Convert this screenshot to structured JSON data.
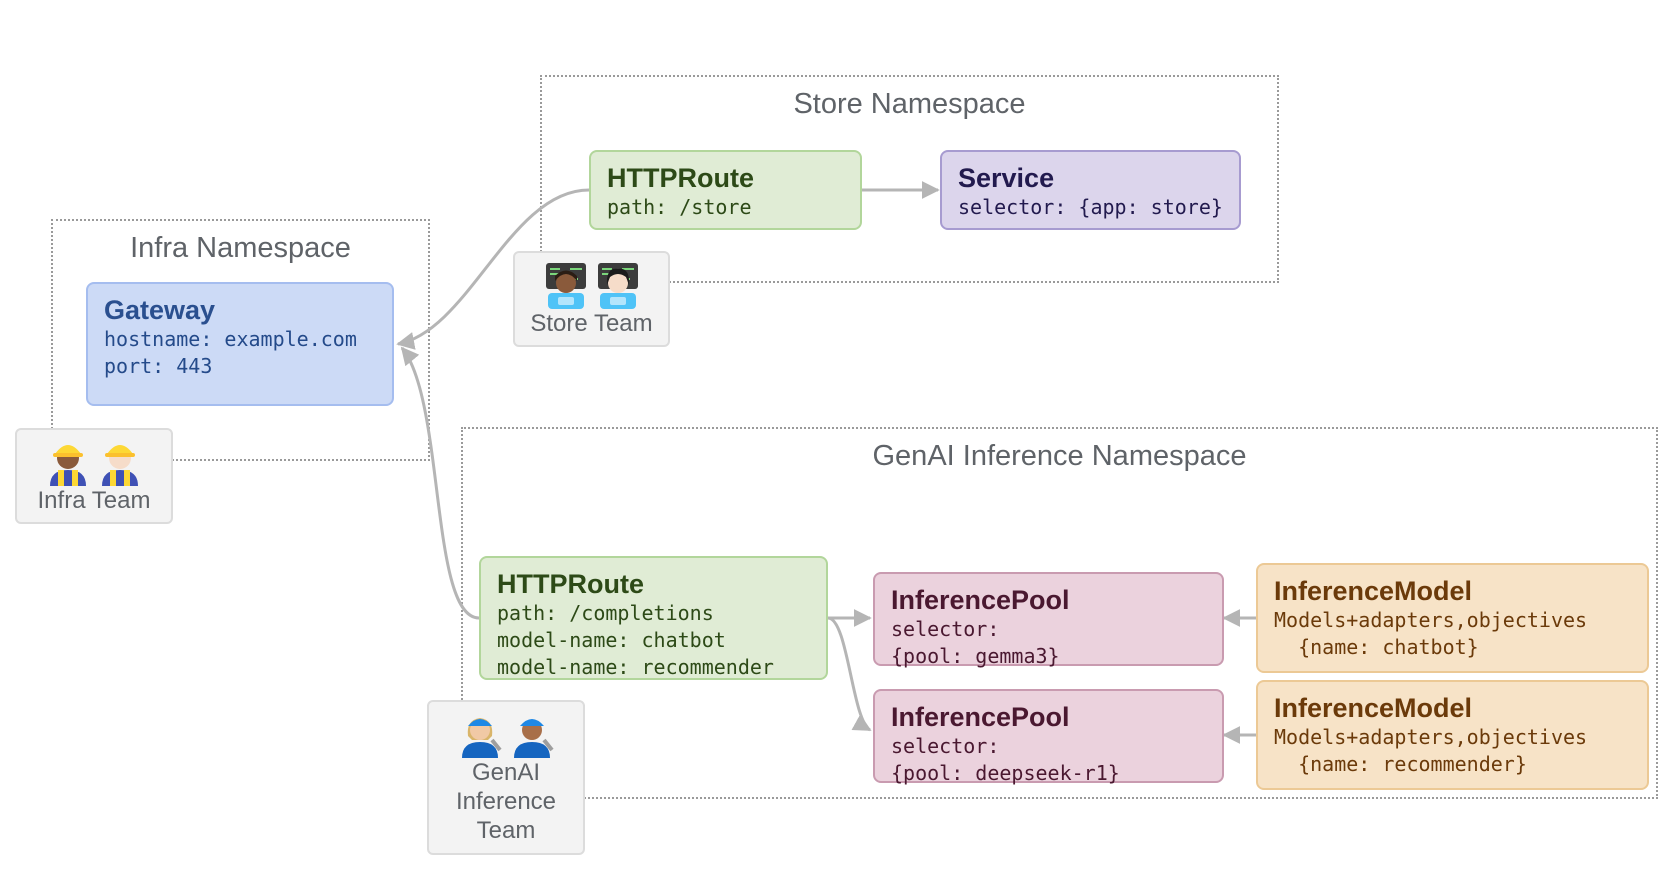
{
  "namespaces": {
    "store": "Store Namespace",
    "infra": "Infra Namespace",
    "genai": "GenAI Inference Namespace"
  },
  "store_route": {
    "title": "HTTPRoute",
    "lines": [
      "path: /store"
    ]
  },
  "service": {
    "title": "Service",
    "lines": [
      "selector: {app: store}"
    ]
  },
  "gateway": {
    "title": "Gateway",
    "lines": [
      "hostname: example.com",
      "port: 443"
    ]
  },
  "genai_route": {
    "title": "HTTPRoute",
    "lines": [
      "path: /completions",
      "model-name: chatbot",
      "model-name: recommender"
    ]
  },
  "pool1": {
    "title": "InferencePool",
    "lines": [
      "selector:",
      "{pool: gemma3}"
    ]
  },
  "pool2": {
    "title": "InferencePool",
    "lines": [
      "selector:",
      "{pool: deepseek-r1}"
    ]
  },
  "model1": {
    "title": "InferenceModel",
    "lines": [
      "Models+adapters,objectives",
      "  {name: chatbot}"
    ]
  },
  "model2": {
    "title": "InferenceModel",
    "lines": [
      "Models+adapters,objectives",
      "  {name: recommender}"
    ]
  },
  "teams": {
    "store": "Store Team",
    "infra": "Infra Team",
    "genai": "GenAI\nInference\nTeam"
  },
  "colors": {
    "arrow": "#b5b5b5",
    "namespace_border": "#9a9a9a"
  }
}
